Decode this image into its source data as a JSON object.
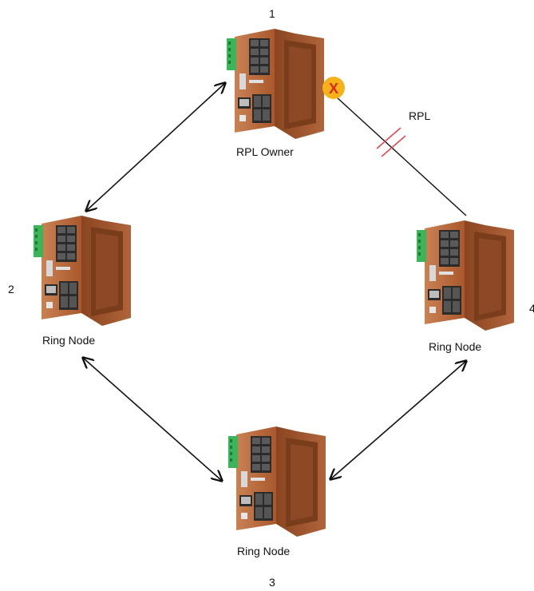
{
  "diagram": {
    "nodes": [
      {
        "number": "1",
        "label": "RPL Owner"
      },
      {
        "number": "2",
        "label": "Ring Node"
      },
      {
        "number": "3",
        "label": "Ring Node"
      },
      {
        "number": "4",
        "label": "Ring Node"
      }
    ],
    "rpl_label": "RPL",
    "blocked_marker": "X",
    "colors": {
      "device_body": "#b8693b",
      "device_dark": "#7a3d1c",
      "terminal_green": "#3cb55a",
      "blocked_circle": "#f7b21a",
      "blocked_x": "#d62a1e",
      "rpl_hash": "#e8434f"
    }
  }
}
